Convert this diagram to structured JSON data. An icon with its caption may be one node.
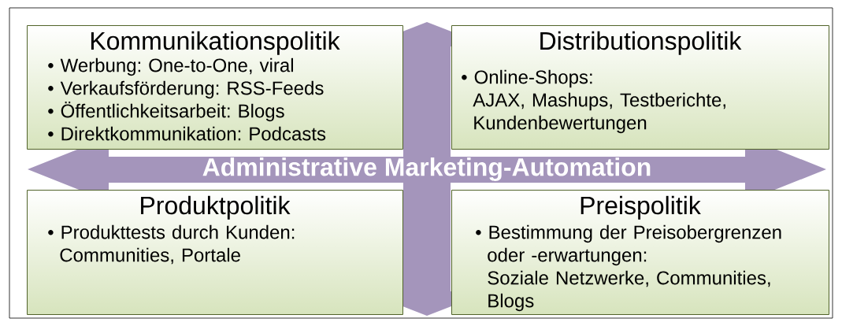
{
  "diagram": {
    "nodes": [
      {
        "text": [
          "Kommunikationspolitik",
          "• Werbung: One-to-One, viral",
          "• Verkaufsförderung: RSS-Feeds",
          "• Öffentlichkeitsarbeit: Blogs",
          "• Direktkommunikation: Podcasts"
        ]
      },
      {
        "text": [
          "Distributionspolitik",
          "• Online-Shops:",
          "AJAX, Mashups, Testberichte, Kundenbewertungen"
        ]
      },
      {
        "text": [
          "Administrative Marketing-Automation"
        ]
      },
      {
        "text": [
          "Produktpolitik",
          "• Produkttests durch Kunden:",
          "Communities, Portale"
        ]
      },
      {
        "text": [
          "Preispolitik",
          "• Bestimmung der Preisobergrenzen oder -erwartungen:",
          "Soziale Netzwerke, Communities, Blogs"
        ]
      }
    ]
  }
}
